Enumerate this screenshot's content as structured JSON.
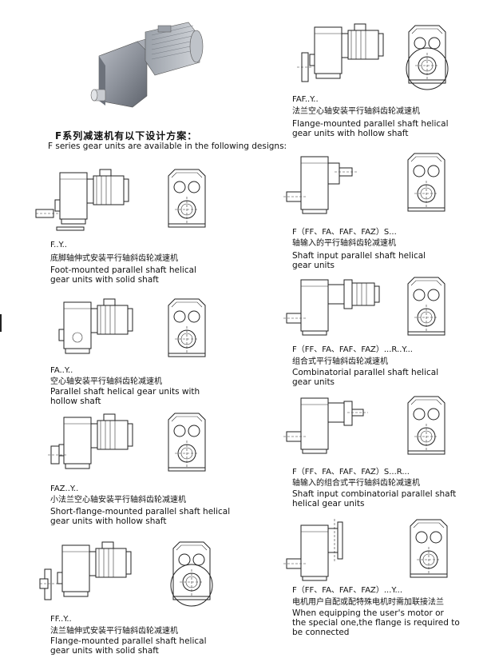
{
  "intro": {
    "heading_cn": "F系列减速机有以下设计方案：",
    "heading_en": "F series gear units are available in the following designs:"
  },
  "designs": [
    {
      "code": "F..Y..",
      "cn": "底脚轴伸式安装平行轴斜齿轮减速机",
      "en": "Foot-mounted parallel shaft helical gear units with solid shaft"
    },
    {
      "code": "FA..Y..",
      "cn": "空心轴安装平行轴斜齿轮减速机",
      "en": "Parallel shaft helical gear units with hollow shaft"
    },
    {
      "code": "FAZ..Y..",
      "cn": "小法兰空心轴安装平行轴斜齿轮减速机",
      "en": "Short-flange-mounted parallel shaft helical gear units with hollow shaft"
    },
    {
      "code": "FF..Y..",
      "cn": "法兰轴伸式安装平行轴斜齿轮减速机",
      "en": "Flange-mounted parallel shaft helical gear units with solid shaft"
    },
    {
      "code": "FAF..Y..",
      "cn": "法兰空心轴安装平行轴斜齿轮减速机",
      "en": "Flange-mounted parallel shaft helical gear units with hollow shaft"
    },
    {
      "code": "F（FF、FA、FAF、FAZ）S...",
      "cn": "轴输入的平行轴斜齿轮减速机",
      "en": "Shaft input parallel shaft helical gear units"
    },
    {
      "code": "F（FF、FA、FAF、FAZ）...R..Y...",
      "cn": "组合式平行轴斜齿轮减速机",
      "en": "Combinatorial parallel shaft helical gear units"
    },
    {
      "code": "F（FF、FA、FAF、FAZ）S...R...",
      "cn": "轴输入的组合式平行轴斜齿轮减速机",
      "en": "Shaft input combinatorial parallel shaft helical gear units"
    },
    {
      "code": "F（FF、FA、FAF、FAZ）...Y...",
      "cn": "电机用户自配或配特殊电机时需加联接法兰",
      "en": "When equipping the user's motor or the special one,the flange is required to be connected"
    }
  ]
}
